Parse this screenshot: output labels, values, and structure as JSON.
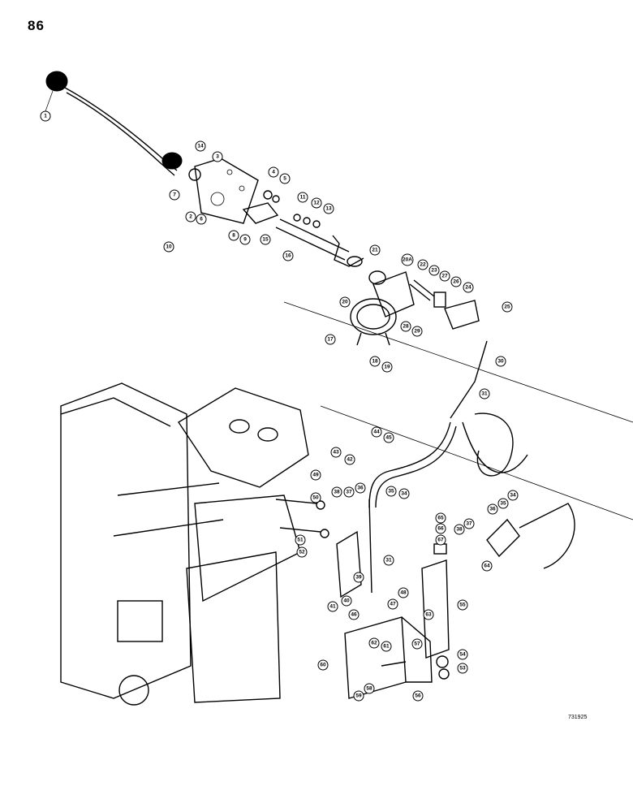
{
  "page": {
    "number": "86",
    "drawing_code": "731925"
  },
  "callouts": [
    "1",
    "2",
    "3",
    "4",
    "5",
    "6",
    "7",
    "8",
    "9",
    "10",
    "11",
    "12",
    "13",
    "14",
    "15",
    "16",
    "17",
    "18",
    "19",
    "20",
    "20A",
    "21",
    "22",
    "23",
    "24",
    "25",
    "26",
    "27",
    "28",
    "29",
    "30",
    "31",
    "31",
    "34",
    "34",
    "35",
    "35",
    "36",
    "36",
    "37",
    "37",
    "38",
    "38",
    "39",
    "40",
    "41",
    "42",
    "43",
    "44",
    "45",
    "46",
    "47",
    "48",
    "49",
    "50",
    "51",
    "52",
    "53",
    "54",
    "55",
    "56",
    "57",
    "58",
    "59",
    "60",
    "61",
    "62",
    "63",
    "64",
    "65",
    "66",
    "67"
  ]
}
